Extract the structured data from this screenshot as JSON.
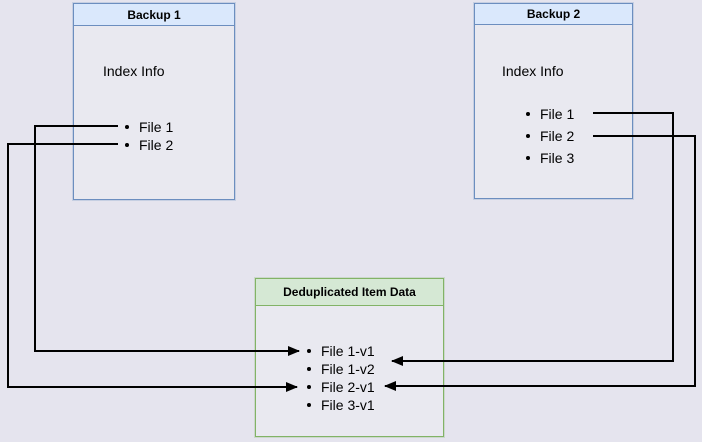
{
  "colors": {
    "page_bg": "#e5e4ee",
    "box_body": "#e9e9f0",
    "blue_border": "#6c8ebf",
    "blue_header": "#dae8fc",
    "green_border": "#82b366",
    "green_header": "#d5e8d4",
    "line_color": "#000000",
    "text_color": "#000000"
  },
  "boxes": {
    "backup1": {
      "title": "Backup 1",
      "body_label": "Index Info",
      "items": [
        "File 1",
        "File 2"
      ]
    },
    "backup2": {
      "title": "Backup 2",
      "body_label": "Index Info",
      "items": [
        "File 1",
        "File 2",
        "File 3"
      ]
    },
    "dedup": {
      "title": "Deduplicated Item Data",
      "items": [
        "File 1-v1",
        "File 1-v2",
        "File 2-v1",
        "File 3-v1"
      ]
    }
  },
  "connections": [
    {
      "from": "Backup 1 / File 1",
      "to": "File 1-v1"
    },
    {
      "from": "Backup 1 / File 2",
      "to": "File 2-v1"
    },
    {
      "from": "Backup 2 / File 1",
      "to": "File 1-v2"
    },
    {
      "from": "Backup 2 / File 2",
      "to": "File 2-v1"
    }
  ]
}
